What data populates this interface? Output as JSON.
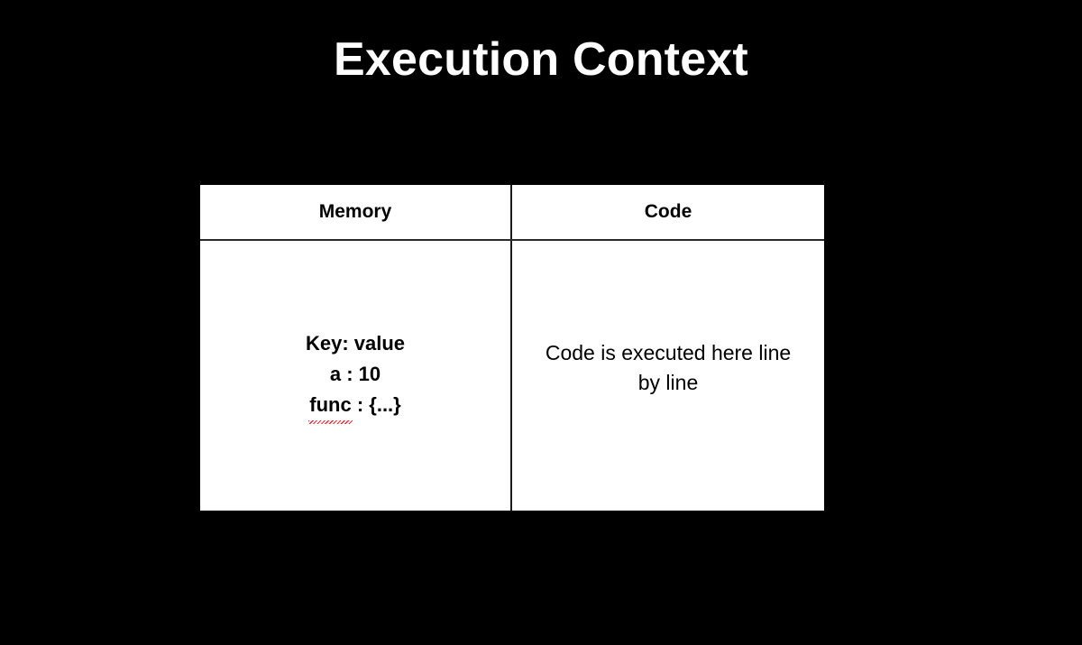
{
  "slide": {
    "background_color": "#000000",
    "title": "Execution Context",
    "title_color": "#ffffff"
  },
  "table": {
    "background_color": "#ffffff",
    "border_color": "#1a1a1a",
    "headers": [
      {
        "label": "Memory"
      },
      {
        "label": "Code"
      }
    ],
    "memory_cell": {
      "lines": [
        "Key: value",
        "a : 10"
      ],
      "misspelled_word": "func",
      "misspelled_line_rest": " : {...}",
      "spellcheck_underline_color": "#e8202a"
    },
    "code_cell": {
      "text": "Code is executed here line by line"
    }
  }
}
